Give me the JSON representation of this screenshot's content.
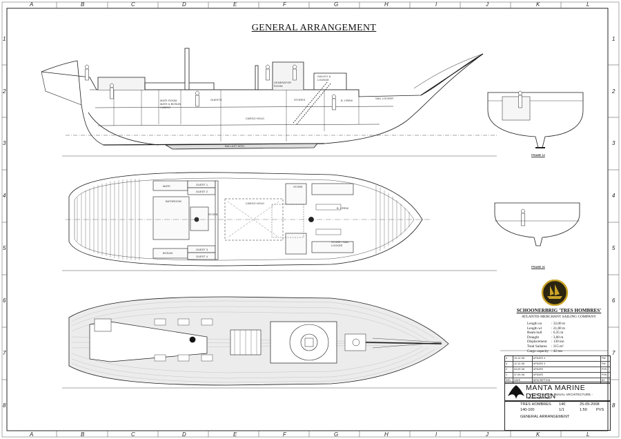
{
  "drawing_title": "GENERAL ARRANGEMENT",
  "grid": {
    "columns": [
      "A",
      "B",
      "C",
      "D",
      "E",
      "F",
      "G",
      "H",
      "I",
      "J",
      "K",
      "L"
    ],
    "rows": [
      "1",
      "2",
      "3",
      "4",
      "5",
      "6",
      "7",
      "8"
    ]
  },
  "profile_labels": {
    "mate_bosun": "MATE ROOM MATE & BOSUN CABINS",
    "guests": "GUESTS",
    "generator": "GENERATOR ROOM",
    "stores": "STORES",
    "galley": "GALLEY & LOUNGE",
    "crew": "B. CREW",
    "sail_locker": "SAIL LOCKER",
    "cargo_hold": "CARGO HOLD",
    "ballast": "BALLAST KEEL"
  },
  "plan_labels": {
    "mate": "MATE",
    "guest1": "GUEST 1",
    "guest2": "GUEST 2",
    "guest3": "GUEST 3",
    "guest4": "GUEST 4",
    "bosun": "BOSUN",
    "bathroom": "BATHROOM",
    "store": "STORE",
    "cargo_hold": "CARGO HOLD",
    "crew": "B. CREW",
    "store_sail": "STORE / SAIL LOCKER"
  },
  "sections": {
    "frame_a": "FRAME 14",
    "frame_b": "FRAME 26"
  },
  "vessel": {
    "name": "SCHOONERBRIG 'TRES HOMBRES'",
    "operator": "ATLANTIS MERCHANT SAILING COMPANY"
  },
  "particulars": [
    {
      "k": "Length oa",
      "v": ": 32,00 m"
    },
    {
      "k": "Length wl",
      "v": ": 21,80 m"
    },
    {
      "k": "Beam hull",
      "v": ": 6,35 m"
    },
    {
      "k": "Draught",
      "v": ": 3,00 m"
    },
    {
      "k": "Displacement",
      "v": ": 130 ton"
    },
    {
      "k": "Total Sailarea",
      "v": ": 315 m²"
    },
    {
      "k": "Cargo capacity",
      "v": ": 42 ton"
    }
  ],
  "revisions": [
    {
      "rev": "4",
      "date": "19-12-'08",
      "desc": "UPDATE 4",
      "by": "FW"
    },
    {
      "rev": "3",
      "date": "12-12-'08",
      "desc": "UPDATE 3",
      "by": "FW"
    },
    {
      "rev": "2",
      "date": "03-09-'08",
      "desc": "UPDATE",
      "by": "PVS"
    },
    {
      "rev": "1",
      "date": "07-09-'08",
      "desc": "UPDATE",
      "by": "PVS"
    },
    {
      "rev": "REV",
      "date": "DATE",
      "desc": "DESCRIPTION",
      "by": "BY"
    }
  ],
  "designer": {
    "name": "MANTA MARINE DESIGN",
    "tagline": "YACHT DESIGN - NAVAL ARCHITECTURE - ENGINEERING"
  },
  "title_block": {
    "project": "TRES HOMBRES",
    "project_no": "140",
    "date": "25-05-2008",
    "drawing_no": "140-100",
    "sheet": "1/1",
    "scale": "1:50",
    "drawn_by": "PVS",
    "drawing_name": "GENERAL ARRANGEMENT"
  },
  "colors": {
    "ink": "#1a1a1a",
    "deck": "#e8e8e8",
    "gold": "#c9a227",
    "logo_bg": "#2a2410"
  }
}
